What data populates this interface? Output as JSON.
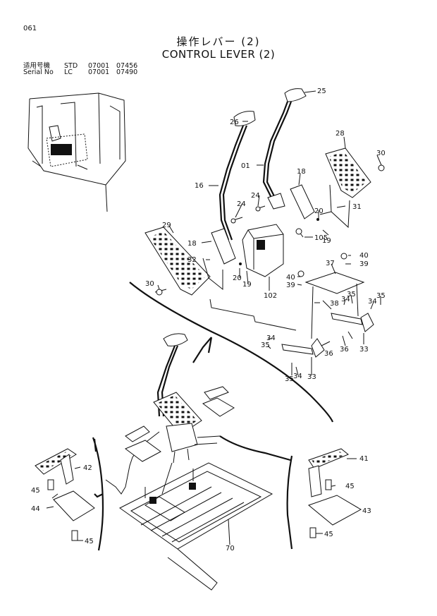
{
  "header": {
    "page_number": "061",
    "title_jp": "操作レバー (2)",
    "title_en": "CONTROL LEVER (2)"
  },
  "applicability": [
    {
      "label": "适用号機",
      "type": "STD",
      "from": "07001",
      "to": "07456"
    },
    {
      "label": "Serial No",
      "type": "LC",
      "from": "07001",
      "to": "07490"
    }
  ],
  "callouts": {
    "p25": "25",
    "p26": "26",
    "p01": "01",
    "p28": "28",
    "p30a": "30",
    "p16": "16",
    "p18a": "18",
    "p24a": "24",
    "p24b": "24",
    "p20a": "20",
    "p31": "31",
    "p19a": "19",
    "p105": "105",
    "p29": "29",
    "p18b": "18",
    "p32": "32",
    "p20b": "20",
    "p19b": "19",
    "p102": "102",
    "p40a": "40",
    "p39a": "39",
    "p40b": "40",
    "p39b": "39",
    "p37": "37",
    "p30b": "30",
    "p38": "38",
    "p35a": "35",
    "p34a": "34",
    "p34b": "34",
    "p35b": "35",
    "p34c": "34",
    "p35c": "35",
    "p36a": "36",
    "p36b": "36",
    "p33a": "33",
    "p33b": "33",
    "p35d": "35",
    "p34d": "34",
    "p42": "42",
    "p45a": "45",
    "p44": "44",
    "p45b": "45",
    "p41": "41",
    "p45c": "45",
    "p43": "43",
    "p45d": "45",
    "p70": "70"
  }
}
